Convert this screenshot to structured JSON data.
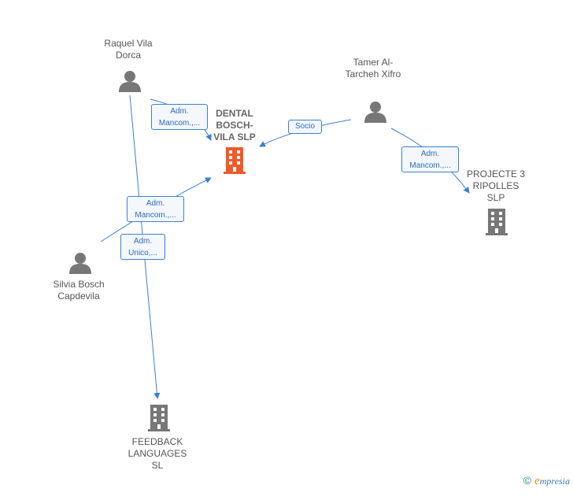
{
  "nodes": {
    "raquel": {
      "label": "Raquel Vila Dorca",
      "type": "person"
    },
    "tamer": {
      "label": "Tamer Al-Tarcheh Xifro",
      "type": "person"
    },
    "silvia": {
      "label": "Silvia Bosch Capdevila",
      "type": "person"
    },
    "dental": {
      "label": "DENTAL BOSCH-VILA SLP",
      "type": "company",
      "highlight": true
    },
    "projecte": {
      "label": "PROJECTE 3 RIPOLLES SLP",
      "type": "company"
    },
    "feedback": {
      "label": "FEEDBACK LANGUAGES SL",
      "type": "company"
    }
  },
  "edges": {
    "raquel_dental": {
      "label1": "Adm.",
      "label2": "Mancom.,..."
    },
    "tamer_dental": {
      "label1": "Socio"
    },
    "tamer_projecte": {
      "label1": "Adm.",
      "label2": "Mancom.,..."
    },
    "silvia_dental": {
      "label1": "Adm.",
      "label2": "Mancom.,..."
    },
    "silvia_feedback": {
      "label1": "Adm.",
      "label2": "Unico,..."
    }
  },
  "colors": {
    "edge": "#3b7fd4",
    "person_icon": "#777777",
    "company_icon": "#777777",
    "company_highlight": "#f05a28"
  },
  "footer": {
    "copyright": "©",
    "brand_first": "e",
    "brand_rest": "mpresia"
  }
}
